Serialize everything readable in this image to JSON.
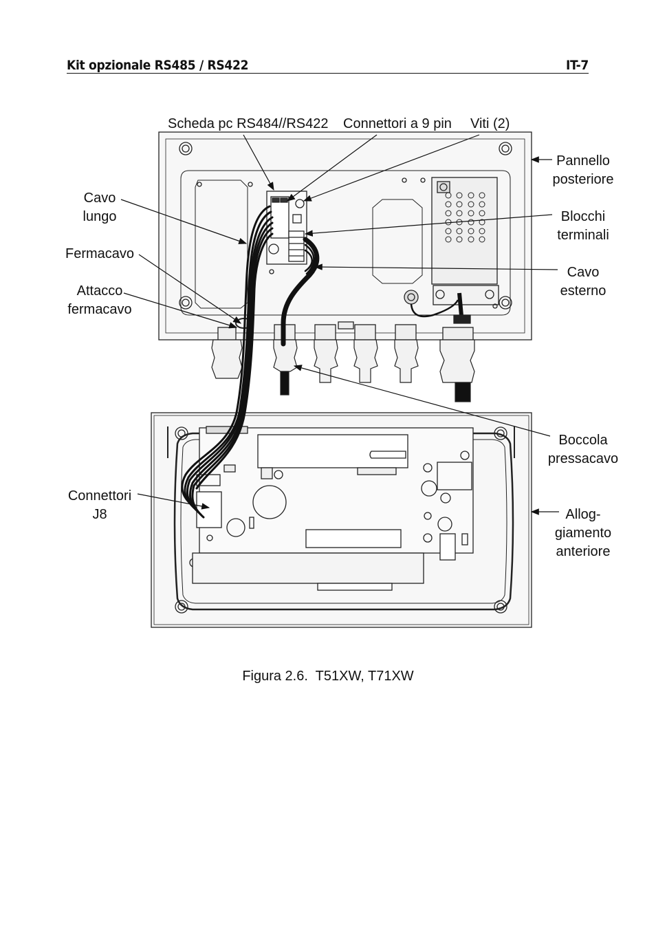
{
  "header": {
    "title": "Kit opzionale RS485 / RS422",
    "page": "IT-7"
  },
  "labels": {
    "scheda": "Scheda pc RS484//RS422",
    "connettori9": "Connettori a 9 pin",
    "viti": "Viti (2)",
    "cavo_lungo_1": "Cavo",
    "cavo_lungo_2": "lungo",
    "fermacavo": "Fermacavo",
    "attacco_1": "Attacco",
    "attacco_2": "fermacavo",
    "pannello_1": "Pannello",
    "pannello_2": "posteriore",
    "blocchi_1": "Blocchi",
    "blocchi_2": "terminali",
    "cavo_est_1": "Cavo",
    "cavo_est_2": "esterno",
    "boccola_1": "Boccola",
    "boccola_2": "pressacavo",
    "connettori_j8_1": "Connettori",
    "connettori_j8_2": "J8",
    "alloggiamento_1": "Allog-",
    "alloggiamento_2": "giamento",
    "alloggiamento_3": "anteriore"
  },
  "caption": "Figura 2.6.  T51XW, T71XW"
}
